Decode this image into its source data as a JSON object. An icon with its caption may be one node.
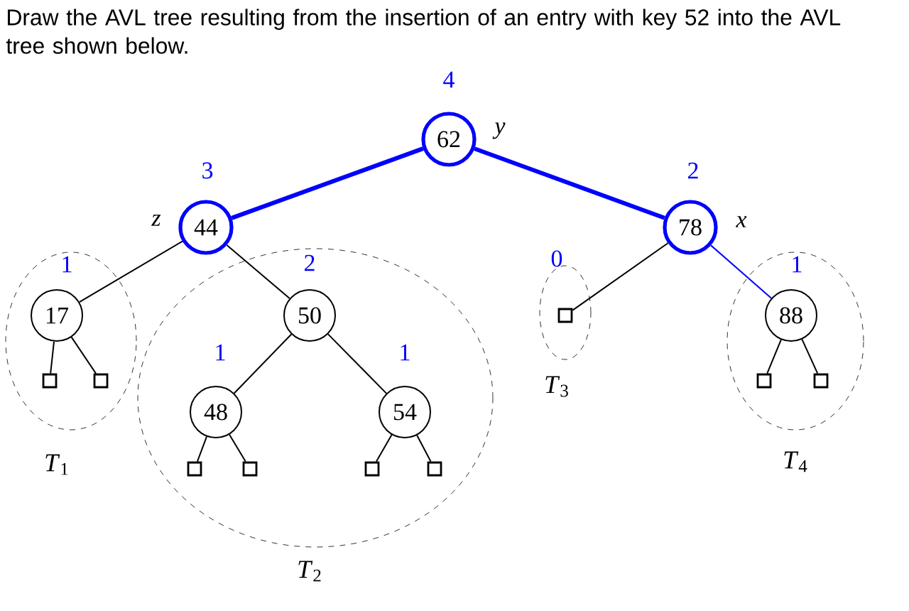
{
  "diagram": {
    "title": "Draw the AVL tree resulting from the insertion of an entry with key 52 into the AVL tree shown below.",
    "nodes": [
      {
        "text": [
          "62"
        ],
        "beside": [
          "4",
          "y"
        ]
      },
      {
        "text": [
          "44"
        ],
        "beside": [
          "3",
          "z"
        ]
      },
      {
        "text": [
          "78"
        ],
        "beside": [
          "2",
          "x"
        ]
      },
      {
        "text": [
          "*T*$_{1}$"
        ]
      },
      {
        "text": [
          "17"
        ],
        "beside": [
          "1"
        ],
        "in": 3
      },
      {
        "text": [],
        "shape": "box",
        "in": 3
      },
      {
        "text": [],
        "shape": "box",
        "in": 3
      },
      {
        "text": [
          "*T*$_{2}$"
        ]
      },
      {
        "text": [
          "50"
        ],
        "beside": [
          "2"
        ],
        "in": 7
      },
      {
        "text": [
          "48"
        ],
        "beside": [
          "1"
        ],
        "in": 7
      },
      {
        "text": [
          "54"
        ],
        "beside": [
          "1"
        ],
        "in": 7
      },
      {
        "text": [],
        "shape": "box",
        "in": 7
      },
      {
        "text": [],
        "shape": "box",
        "in": 7
      },
      {
        "text": [],
        "shape": "box",
        "in": 7
      },
      {
        "text": [],
        "shape": "box",
        "in": 7
      },
      {
        "text": [
          "*T*$_{3}$"
        ]
      },
      {
        "text": [],
        "shape": "box",
        "beside": [
          "0"
        ],
        "in": 15
      },
      {
        "text": [
          "*T*$_{4}$"
        ]
      },
      {
        "text": [
          "88"
        ],
        "beside": [
          "1"
        ],
        "in": 17
      },
      {
        "text": [],
        "shape": "box",
        "in": 17
      },
      {
        "text": [],
        "shape": "box",
        "in": 17
      }
    ],
    "edges": [
      {
        "from": 0,
        "to": 1,
        "arrow": "none",
        "style": "thick",
        "color": "#0000ff"
      },
      {
        "from": 0,
        "to": 2,
        "arrow": "none",
        "style": "thick",
        "color": "#0000ff"
      },
      {
        "from": 1,
        "to": 4,
        "arrow": "none"
      },
      {
        "from": 1,
        "to": 8,
        "arrow": "none"
      },
      {
        "from": 2,
        "to": 16,
        "arrow": "none"
      },
      {
        "from": 2,
        "to": 18,
        "arrow": "none",
        "color": "#0000ff"
      },
      {
        "from": 4,
        "to": 5,
        "arrow": "none"
      },
      {
        "from": 4,
        "to": 6,
        "arrow": "none"
      },
      {
        "from": 8,
        "to": 9,
        "arrow": "none"
      },
      {
        "from": 8,
        "to": 10,
        "arrow": "none"
      },
      {
        "from": 9,
        "to": 11,
        "arrow": "none"
      },
      {
        "from": 9,
        "to": 12,
        "arrow": "none"
      },
      {
        "from": 10,
        "to": 13,
        "arrow": "none"
      },
      {
        "from": 10,
        "to": 14,
        "arrow": "none"
      },
      {
        "from": 18,
        "to": 19,
        "arrow": "none"
      },
      {
        "from": 18,
        "to": 20,
        "arrow": "none"
      }
    ]
  }
}
